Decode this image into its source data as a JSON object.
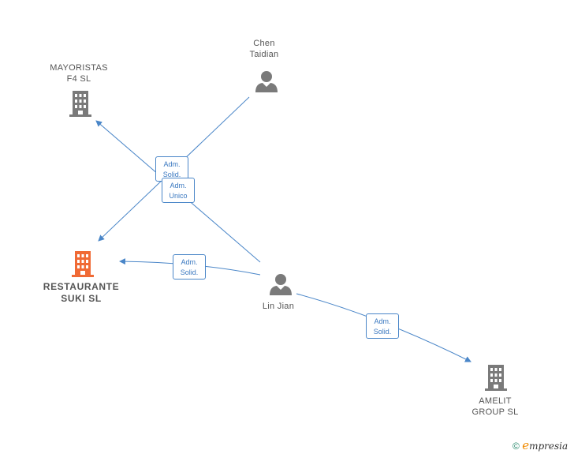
{
  "nodes": {
    "mayoristas": {
      "label": "MAYORISTAS\nF4  SL",
      "type": "company"
    },
    "chen": {
      "label": "Chen\nTaidian",
      "type": "person"
    },
    "restaurante": {
      "label": "RESTAURANTE\nSUKI  SL",
      "type": "company-main"
    },
    "lin": {
      "label": "Lin Jian",
      "type": "person"
    },
    "amelit": {
      "label": "AMELIT\nGROUP  SL",
      "type": "company"
    }
  },
  "edges": {
    "chen_restaurante": {
      "label": "Adm.\nSolid."
    },
    "lin_mayoristas": {
      "label": "Adm.\nUnico"
    },
    "lin_restaurante": {
      "label": "Adm.\nSolid."
    },
    "lin_amelit": {
      "label": "Adm.\nSolid."
    }
  },
  "colors": {
    "edge": "#4a86c8",
    "company": "#7a7a7a",
    "company_main": "#f06a35",
    "person": "#7a7a7a"
  },
  "footer": {
    "copyright": "©",
    "brand_initial": "e",
    "brand_rest": "mpresia"
  }
}
